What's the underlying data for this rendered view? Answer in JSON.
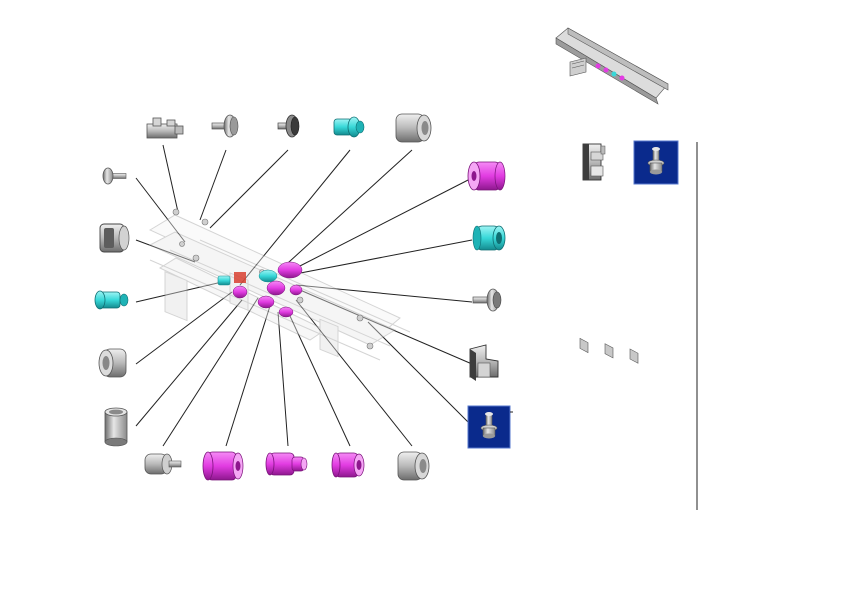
{
  "diagram": {
    "type": "exploded-assembly",
    "colors": {
      "magenta": "#e23ce2",
      "magenta_dark": "#9a1e9a",
      "cyan": "#37d8d8",
      "cyan_dark": "#168f93",
      "gray": "#b9b9b9",
      "gray_dark": "#6d6d6d",
      "selection": "#0a2a8c",
      "line": "#222222",
      "red": "#d84030"
    },
    "parts_top": [
      "bracket",
      "screw",
      "screw-dark",
      "bushing-cyan",
      "grommet"
    ],
    "parts_left": [
      "screw-small",
      "grommet-square",
      "bushing-cyan",
      "grommet",
      "sleeve"
    ],
    "parts_bottom": [
      "hub",
      "roller-magenta",
      "roller-magenta",
      "roller-magenta",
      "grommet"
    ],
    "parts_right": [
      "roller-magenta",
      "bushing-cyan",
      "screw",
      "clip",
      "pin-selected"
    ],
    "toolbox": [
      "clip",
      "pin-selected"
    ]
  }
}
